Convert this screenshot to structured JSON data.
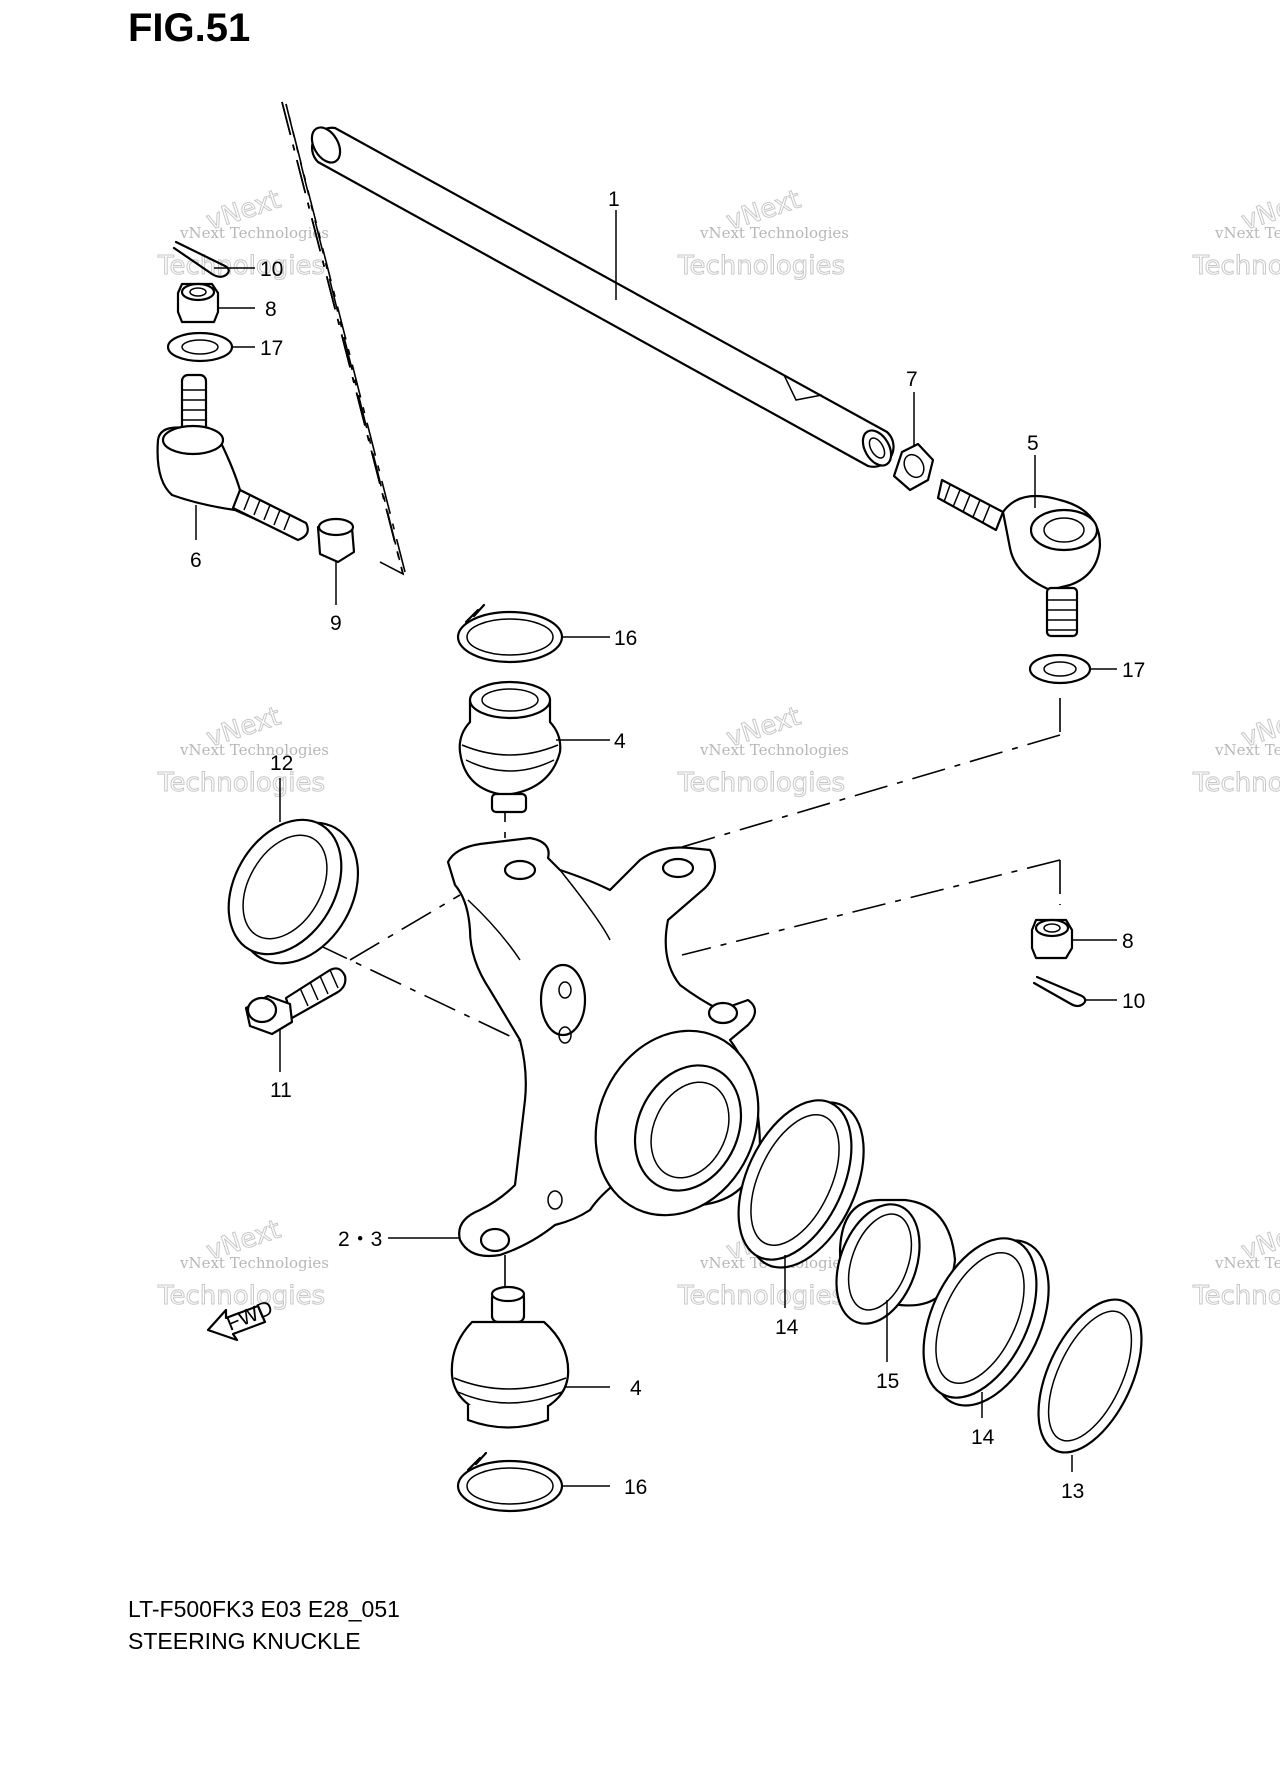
{
  "figure_title": "FIG.51",
  "caption": {
    "model_code": "LT-F500FK3 E03 E28_051",
    "assembly_name": "STEERING KNUCKLE"
  },
  "direction_indicator": "FWD",
  "watermark": {
    "line1": "vNext Technologies",
    "line2": "Technologies",
    "diagonal": "vNext"
  },
  "callouts": {
    "tie_rod": "1",
    "knuckle": "2・3",
    "ball_joint_upper": "4",
    "ball_joint_lower": "4",
    "tie_rod_end_right": "5",
    "tie_rod_end_left": "6",
    "nut_7": "7",
    "nut_8_left": "8",
    "nut_8_right": "8",
    "nut_9": "9",
    "cotter_pin_left": "10",
    "cotter_pin_right": "10",
    "bolt": "11",
    "seal_12": "12",
    "seal_13": "13",
    "seal_14_upper": "14",
    "seal_14_lower": "14",
    "spacer_15": "15",
    "circlip_upper": "16",
    "circlip_lower": "16",
    "washer_17_left": "17",
    "washer_17_right": "17"
  }
}
